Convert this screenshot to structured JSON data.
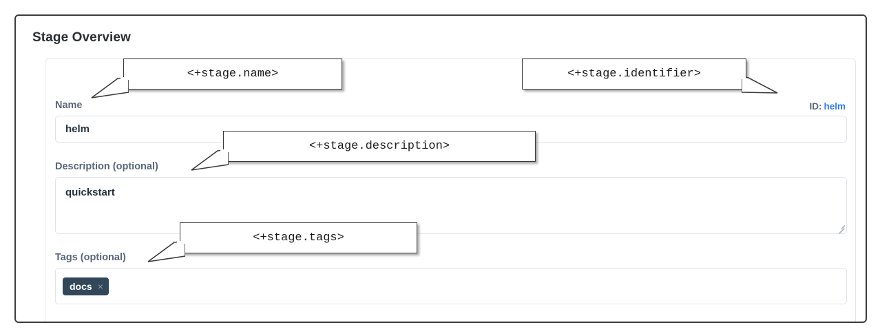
{
  "page": {
    "title": "Stage Overview"
  },
  "form": {
    "identifier": {
      "label": "ID:",
      "value": "helm",
      "link_color": "#2f7cf6"
    },
    "fields": [
      {
        "key": "name",
        "label": "Name",
        "value": "helm",
        "placeholder": "",
        "type": "text"
      },
      {
        "key": "description",
        "label": "Description (optional)",
        "value": "quickstart",
        "placeholder": "",
        "type": "textarea"
      },
      {
        "key": "tags",
        "label": "Tags (optional)",
        "value": "",
        "placeholder": "",
        "type": "tags"
      }
    ],
    "tags": [
      {
        "label": "docs",
        "remove_icon": "×"
      }
    ]
  },
  "callouts": [
    {
      "key": "name",
      "text": "<+stage.name>"
    },
    {
      "key": "identifier",
      "text": "<+stage.identifier>"
    },
    {
      "key": "description",
      "text": "<+stage.description>"
    },
    {
      "key": "tags",
      "text": "<+stage.tags>"
    }
  ],
  "colors": {
    "frame_border": "#3c3c3c",
    "card_border": "#e3e6ea",
    "label": "#59677c",
    "input_border": "#dfe3e8",
    "value_text": "#23313f",
    "chip_bg": "#33475b",
    "chip_text": "#ffffff",
    "chip_x": "#8d99a6",
    "link": "#2f7cf6",
    "callout_border": "#3a3a3a"
  }
}
